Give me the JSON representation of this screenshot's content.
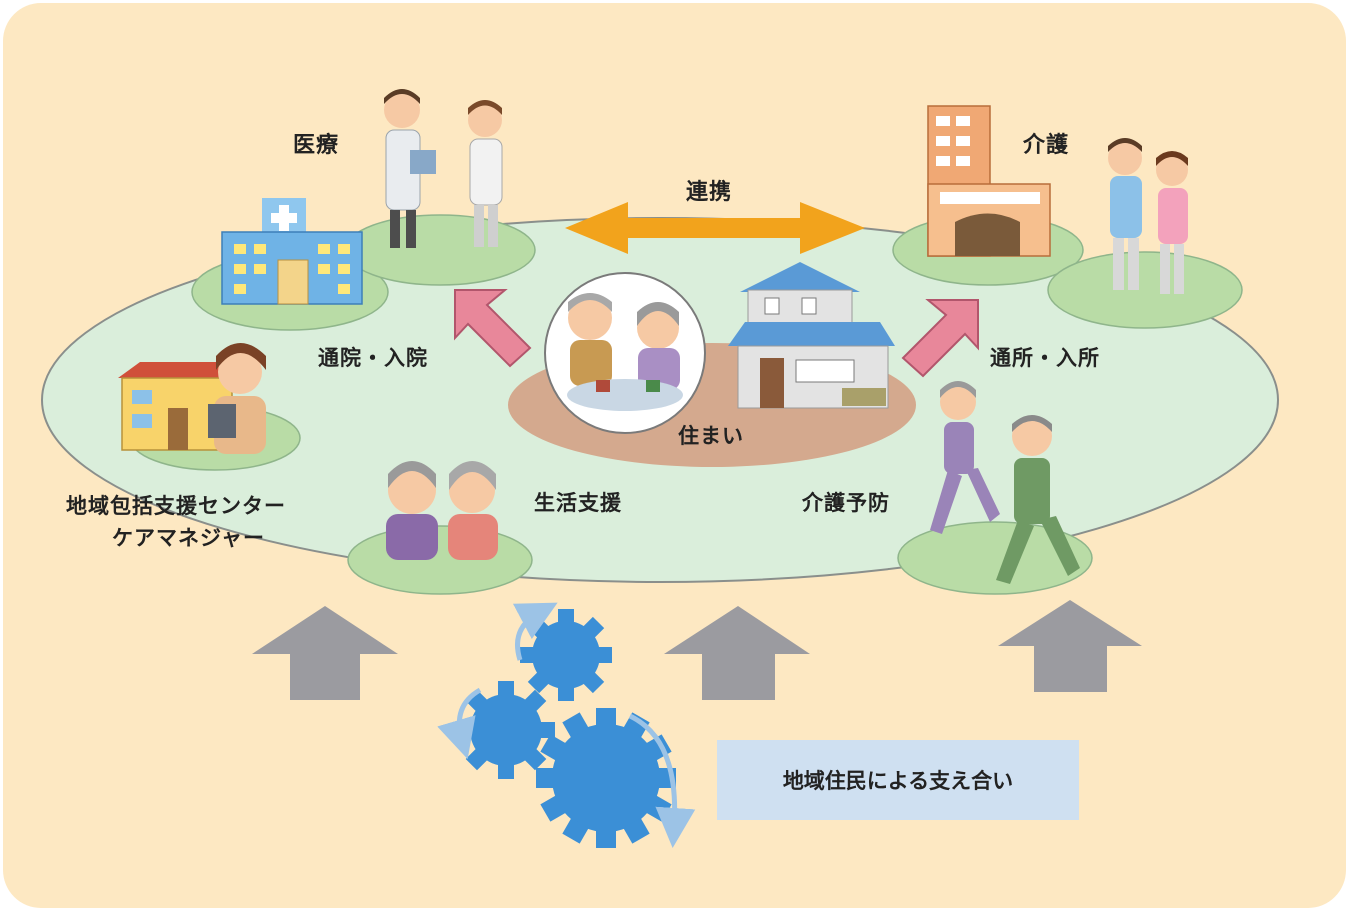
{
  "labels": {
    "medical": "医療",
    "care": "介護",
    "cooperation": "連携",
    "hospital_visit": "通院・入院",
    "day_service": "通所・入所",
    "home": "住まい",
    "life_support": "生活支援",
    "care_prevention": "介護予防",
    "center_line1": "地域包括支援センター",
    "center_line2": "ケアマネジャー",
    "community_support": "地域住民による支え合い"
  },
  "colors": {
    "background": "#fde8c2",
    "ring": "#daeedb",
    "home_zone": "#d4a98e",
    "arrow_orange": "#f2a31c",
    "arrow_pink": "#e8879a",
    "arrow_gray": "#9b9ba0",
    "gear_blue": "#3b8fd6",
    "support_box": "#cfe0f1"
  }
}
